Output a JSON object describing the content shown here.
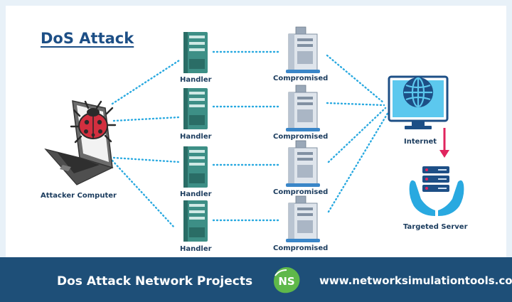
{
  "diagram": {
    "title": "DoS Attack",
    "attacker_label": "Attacker Computer",
    "handler_label": "Handler",
    "compromised_label": "Compromised",
    "internet_label": "Internet",
    "server_label": "Targeted Server"
  },
  "footer": {
    "title": "Dos Attack Network Projects",
    "badge_text": "NS",
    "url": "www.networksimulationtools.com"
  },
  "colors": {
    "link": "#29a9e0",
    "server_teal": "#3d8f86",
    "arrow": "#e0245e",
    "accent_blue": "#1d4f86",
    "footer_bg": "#1e4f78"
  }
}
